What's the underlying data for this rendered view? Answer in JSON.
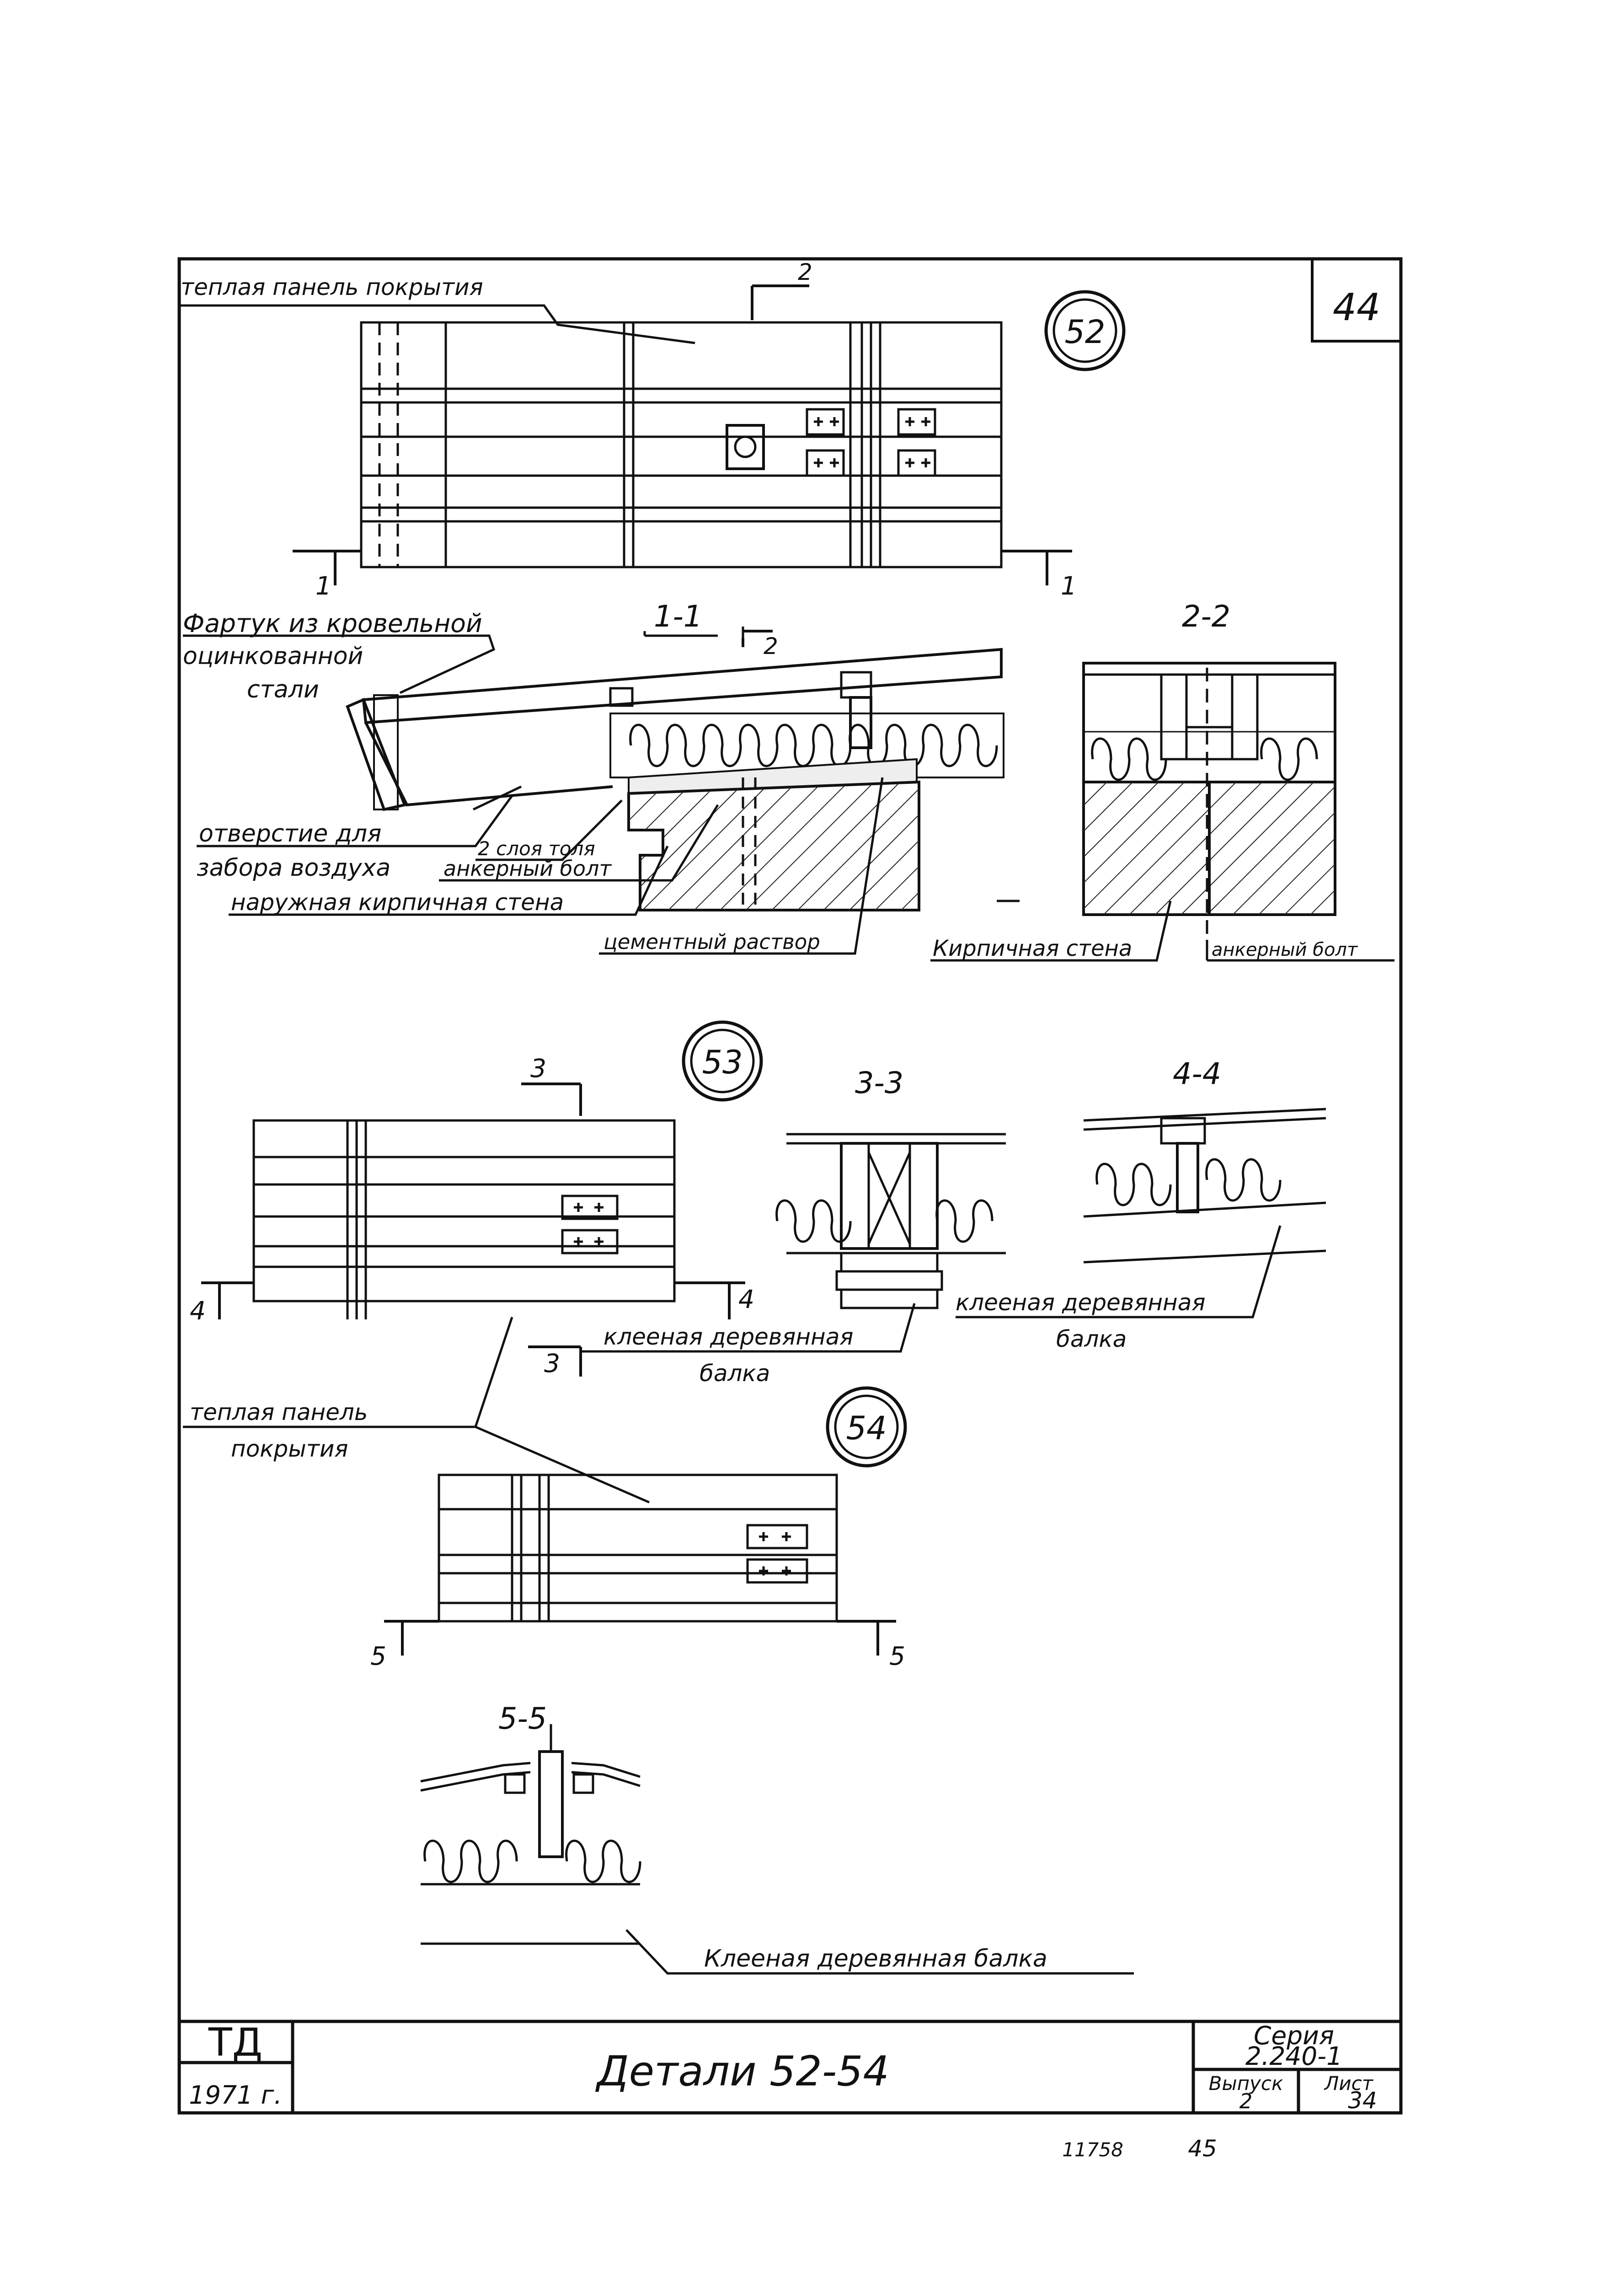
{
  "sheet_number": "44",
  "detail_numbers": {
    "d52": "52",
    "d53": "53",
    "d54": "54"
  },
  "labels": {
    "warm_panel_top": "теплая панель покрытия",
    "apron_line1": "Фартук из кровельной",
    "apron_line2": "оцинкованной",
    "apron_line3": "стали",
    "air_hole_line1": "отверстие для",
    "air_hole_line2": "забора воздуха",
    "roofing_felt": "2 слоя толя",
    "anchor_bolt_1": "анкерный болт",
    "outer_brick_wall": "наружная кирпичная стена",
    "cement_mortar": "цементный раствор",
    "brick_wall": "Кирпичная стена",
    "anchor_bolt_2": "анкерный болт",
    "glued_beam_a_line1": "клееная деревянная",
    "glued_beam_a_line2": "балка",
    "glued_beam_b_line1": "клееная деревянная",
    "glued_beam_b_line2": "балка",
    "warm_panel_mid_line1": "теплая панель",
    "warm_panel_mid_line2": "покрытия",
    "glued_beam_c": "Клееная деревянная балка"
  },
  "sections": {
    "s1_1": "1-1",
    "s2_2": "2-2",
    "s3_3": "3-3",
    "s4_4": "4-4",
    "s5_5": "5-5",
    "cut1": "1",
    "cut2": "2",
    "cut3": "3",
    "cut4": "4",
    "cut5": "5"
  },
  "title_block": {
    "org": "ТД",
    "year": "1971 г.",
    "title": "Детали 52-54",
    "series_label": "Серия",
    "series_value": "2.240-1",
    "issue_label": "Выпуск",
    "issue_value": "2",
    "sheet_label": "Лист",
    "sheet_value": "34"
  },
  "footer": {
    "inventory": "11758",
    "page": "45"
  }
}
